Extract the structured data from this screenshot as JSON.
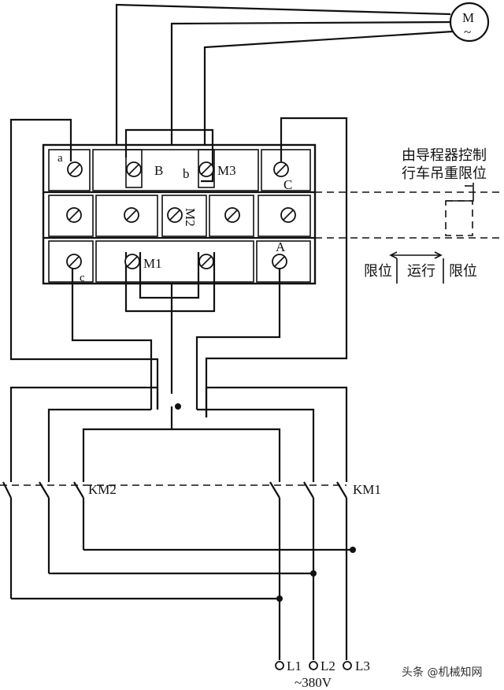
{
  "motor": {
    "label": "M",
    "symbol": "~"
  },
  "terminals": {
    "a": "a",
    "B": "B",
    "b": "b",
    "M3": "M3",
    "C": "C",
    "M2": "M2",
    "M1": "M1",
    "c": "c",
    "A": "A"
  },
  "annotation": {
    "line1": "由导程器控制",
    "line2": "行车吊重限位"
  },
  "direction": {
    "left_limit": "限位",
    "run": "运行",
    "right_limit": "限位"
  },
  "contactors": {
    "km2": "KM2",
    "km1": "KM1"
  },
  "supply": {
    "l1": "L1",
    "l2": "L2",
    "l3": "L3",
    "voltage": "~380V"
  },
  "watermark": "头条 @机械知网"
}
